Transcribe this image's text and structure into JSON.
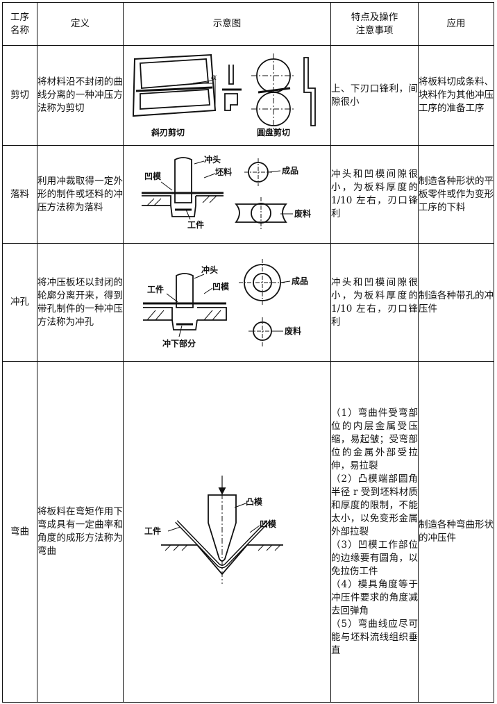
{
  "headers": {
    "name": "工序\n名称",
    "definition": "定义",
    "diagram": "示意图",
    "features": "特点及操作\n注意事项",
    "application": "应用"
  },
  "rows": [
    {
      "name": "剪切",
      "definition": "将材料沿不封闭的曲线分离的一种冲压方法称为剪切",
      "features": "上、下刃口锋利，间隙很小",
      "application": "将板料切成条料、块料作为其他冲压工序的准备工序",
      "diagram_labels": {
        "left": "斜刃剪切",
        "right": "圆盘剪切",
        "angle": "α"
      }
    },
    {
      "name": "落料",
      "definition": "利用冲裁取得一定外形的制件或坯料的冲压方法称为落料",
      "features": "冲头和凹模间隙很小，为板料厚度的 1/10 左右，刃口锋利",
      "application": "制造各种形状的平板零件或作为变形工序的下料",
      "diagram_labels": {
        "die": "凹模",
        "punch": "冲头",
        "blank": "坯料",
        "workpiece": "工件",
        "product": "成品",
        "scrap": "废料"
      }
    },
    {
      "name": "冲孔",
      "definition": "将冲压板坯以封闭的轮廓分离开来，得到带孔制件的一种冲压方法称为冲孔",
      "features": "冲头和凹模间隙很小，为板料厚度的 1/10 左右，刃口锋利",
      "application": "制造各种带孔的冲压件",
      "diagram_labels": {
        "workpiece": "工件",
        "punch": "冲头",
        "die": "凹模",
        "punched_part": "冲下部分",
        "product": "成品",
        "scrap": "废料"
      }
    },
    {
      "name": "弯曲",
      "definition": "将板料在弯矩作用下弯成具有一定曲率和角度的成形方法称为弯曲",
      "features": [
        "（1）弯曲件受弯部位的内层金属受压缩，易起皱；受弯部位的金属外部受拉伸，易拉裂",
        "（2）凸模端部圆角半径 r 受到坯料材质和厚度的限制，不能太小，以免变形金属外部拉裂",
        "（3）凹模工作部位的边缘要有圆角，以免拉伤工件",
        "（4）模具角度等于冲压件要求的角度减去回弹角",
        "（5）弯曲线应尽可能与坯料流线组织垂直"
      ],
      "application": "制造各种弯曲形状的冲压件",
      "diagram_labels": {
        "punch": "凸模",
        "workpiece": "工件",
        "die": "凹模"
      }
    }
  ]
}
